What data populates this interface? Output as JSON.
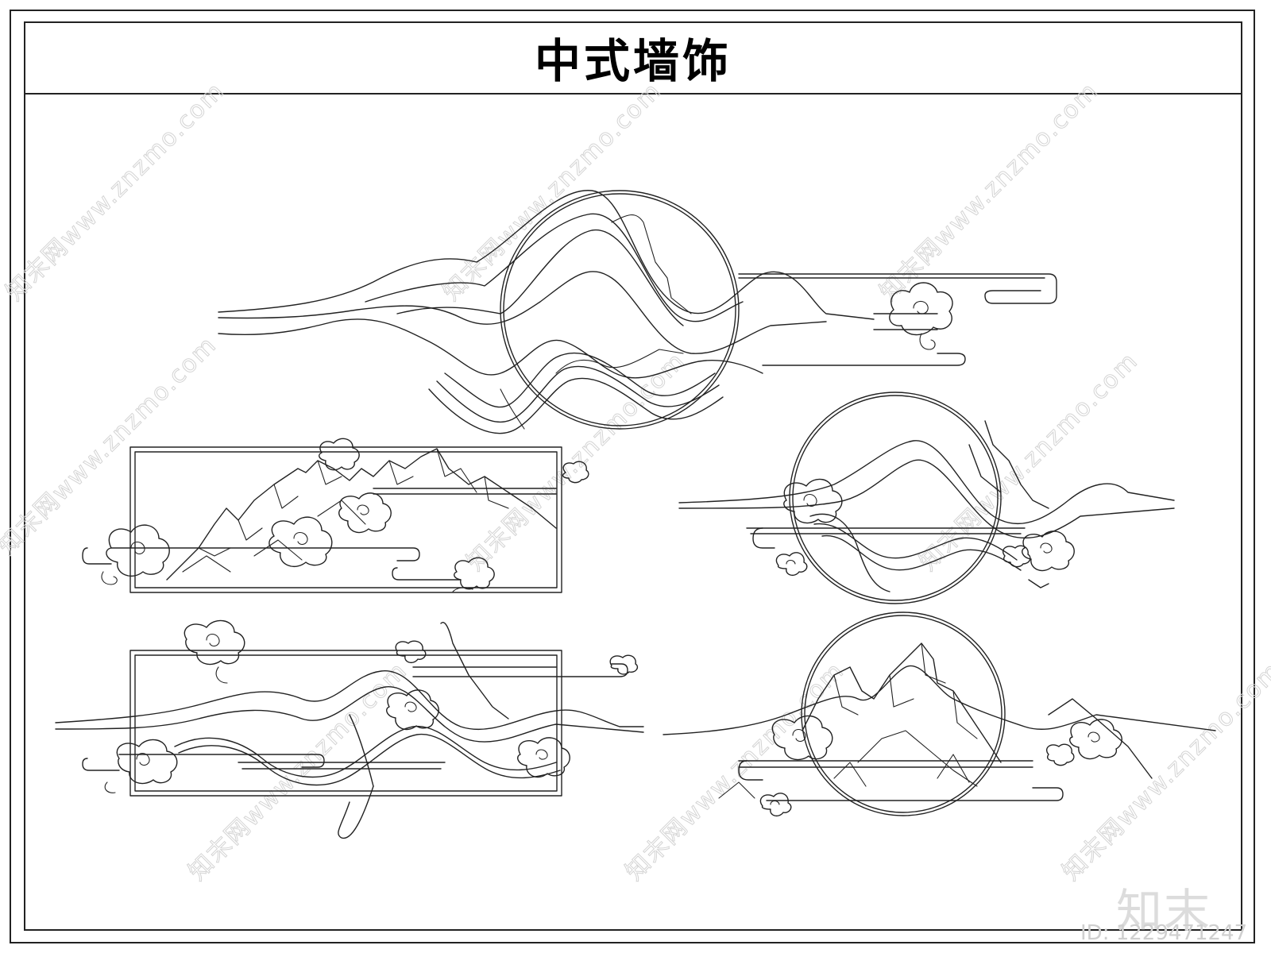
{
  "title": "中式墙饰",
  "watermark": {
    "text": "知末网www.znzmo.com"
  },
  "logo": {
    "text": "知末"
  },
  "id_label": "ID: 1229471247",
  "colors": {
    "line": "#222222",
    "watermark": "#d4d4d4",
    "background": "#ffffff"
  }
}
